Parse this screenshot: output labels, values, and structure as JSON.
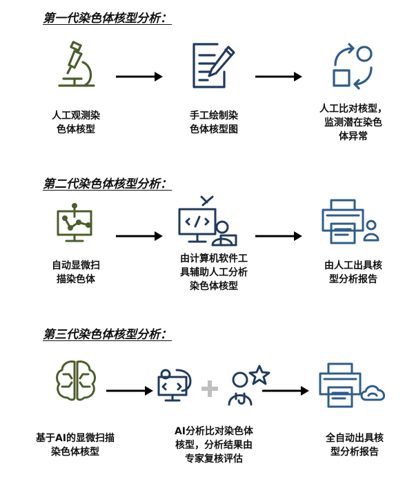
{
  "sections": [
    {
      "title": "第一代染色体核型分析：",
      "steps": [
        {
          "icon": "microscope-icon",
          "label": "人工观测染\n色体核型"
        },
        {
          "icon": "document-pen-icon",
          "label": "手工绘制染\n色体核型图"
        },
        {
          "icon": "compare-exchange-icon",
          "label": "人工比对核型，\n监测潜在染色\n体异常"
        }
      ]
    },
    {
      "title": "第二代染色体核型分析：",
      "steps": [
        {
          "icon": "monitor-network-icon",
          "label": "自动显微扫\n描染色体"
        },
        {
          "icon": "computer-code-user-icon",
          "label": "由计算机软件工\n具辅助人工分析\n染色体核型"
        },
        {
          "icon": "printer-user-icon",
          "label": "由人工出具核\n型分析报告"
        }
      ]
    },
    {
      "title": "第三代染色体核型分析：",
      "steps": [
        {
          "icon": "ai-brain-icon",
          "label": "基于AI的显微扫描\n染色体核型"
        },
        {
          "icon": "ai-computer-plus-doctor-icon",
          "label": "AI分析比对染色体\n核型，分析结果由\n专家复核评估"
        },
        {
          "icon": "printer-cloud-icon",
          "label": "全自动出具核\n型分析报告"
        }
      ]
    }
  ],
  "colors": {
    "green": "#4a5d2a",
    "navy": "#1f3a5c",
    "blue": "#2e5c8a",
    "gray": "#bfbfbf"
  }
}
